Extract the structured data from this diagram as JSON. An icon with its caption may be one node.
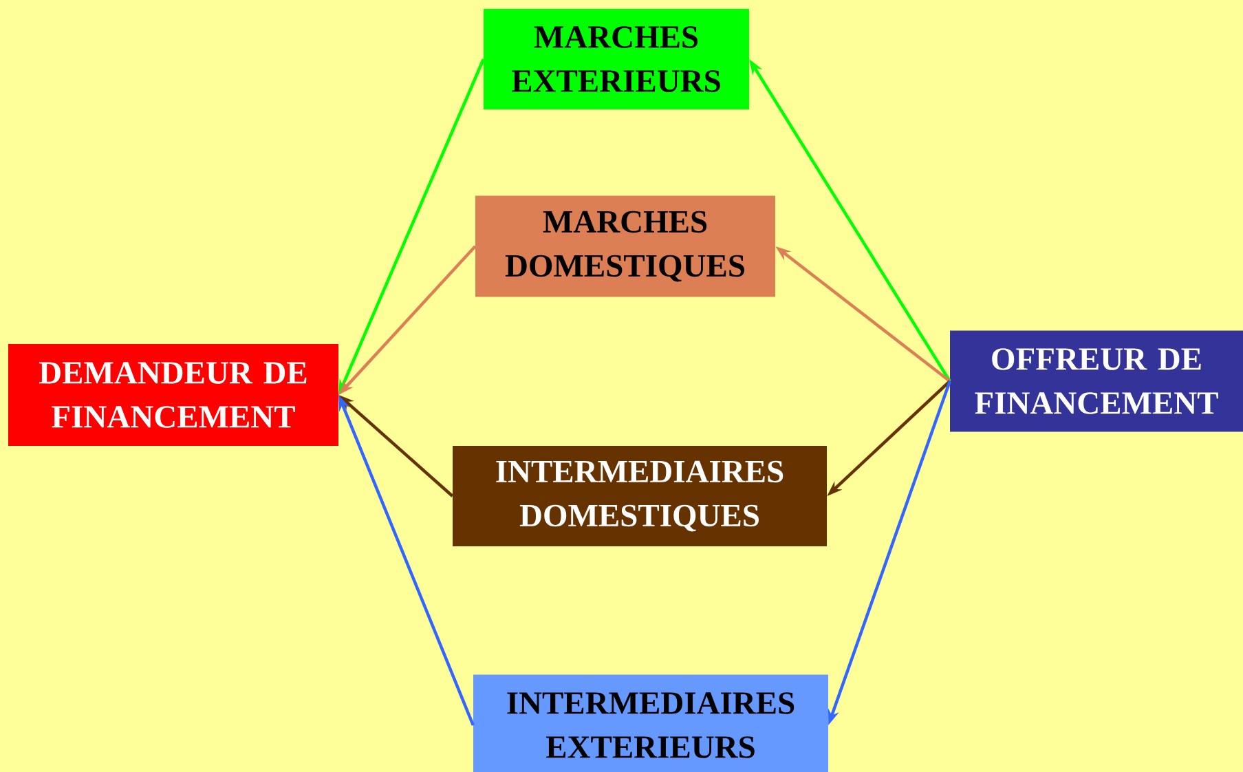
{
  "diagram": {
    "nodes": [
      {
        "text": [
          "MARCHES EXTERIEURS"
        ]
      },
      {
        "text": [
          "MARCHES DOMESTIQUES"
        ]
      },
      {
        "text": [
          "DEMANDEUR DE FINANCEMENT"
        ]
      },
      {
        "text": [
          "OFFREUR DE FINANCEMENT"
        ]
      },
      {
        "text": [
          "INTERMEDIAIRES DOMESTIQUES"
        ]
      },
      {
        "text": [
          "INTERMEDIAIRES EXTERIEURS"
        ]
      }
    ],
    "edges": [
      {
        "from": 3,
        "to": 0,
        "arrow": "to",
        "color": "#00ff00"
      },
      {
        "from": 0,
        "to": 2,
        "arrow": "to",
        "color": "#00ff00"
      },
      {
        "from": 3,
        "to": 1,
        "arrow": "to",
        "color": "#dd7f55"
      },
      {
        "from": 1,
        "to": 2,
        "arrow": "to",
        "color": "#dd7f55"
      },
      {
        "from": 3,
        "to": 4,
        "arrow": "to",
        "color": "#663300"
      },
      {
        "from": 4,
        "to": 2,
        "arrow": "to",
        "color": "#663300"
      },
      {
        "from": 3,
        "to": 5,
        "arrow": "to",
        "color": "#3366ff"
      },
      {
        "from": 5,
        "to": 2,
        "arrow": "to",
        "color": "#3366ff"
      }
    ]
  }
}
